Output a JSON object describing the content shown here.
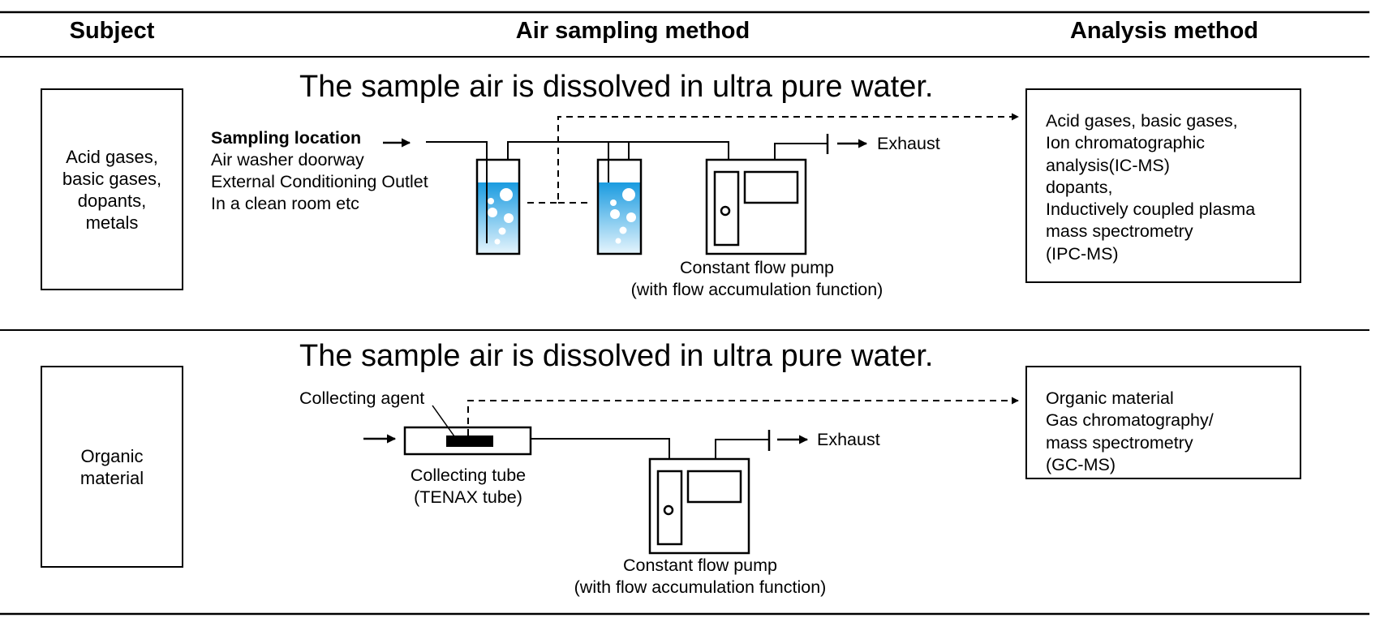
{
  "header": {
    "subject": "Subject",
    "air_sampling": "Air sampling method",
    "analysis": "Analysis method"
  },
  "rows": [
    {
      "subject_lines": [
        "Acid gases,",
        "basic gases,",
        "dopants,",
        "metals"
      ],
      "method_title": "The sample air is dissolved in ultra pure water.",
      "sampling_location_heading": "Sampling location",
      "sampling_location_lines": [
        "Air washer doorway",
        "External Conditioning Outlet",
        "In a clean room etc"
      ],
      "exhaust_label": "Exhaust",
      "pump_label_lines": [
        "Constant flow pump",
        "(with flow accumulation function)"
      ],
      "analysis_lines": [
        "Acid gases, basic gases,",
        "Ion chromatographic",
        "analysis(IC-MS)",
        "dopants,",
        "Inductively coupled plasma",
        "mass spectrometry",
        "(IPC-MS)"
      ]
    },
    {
      "subject_lines": [
        "Organic",
        "material"
      ],
      "method_title": "The sample air is dissolved in ultra pure water.",
      "collecting_agent_label": "Collecting agent",
      "tube_label_lines": [
        "Collecting tube",
        "(TENAX tube)"
      ],
      "exhaust_label": "Exhaust",
      "pump_label_lines": [
        "Constant flow pump",
        "(with flow accumulation function)"
      ],
      "analysis_lines": [
        "Organic material",
        "Gas chromatography/",
        "mass spectrometry",
        "(GC-MS)"
      ]
    }
  ],
  "colors": {
    "water_top": "#1a9be0",
    "water_bottom": "#e6f5fd",
    "line": "#000000"
  }
}
